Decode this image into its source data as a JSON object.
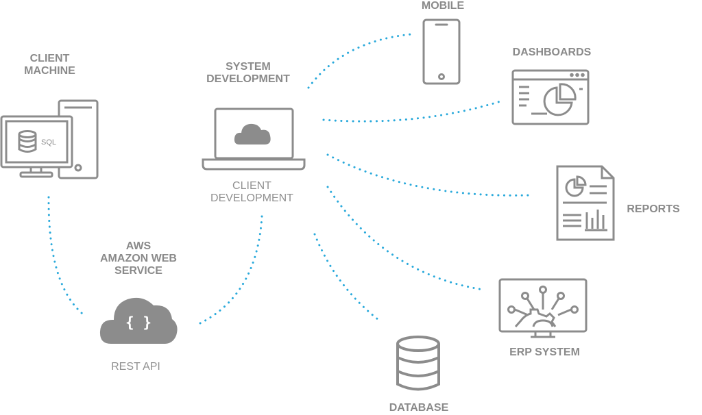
{
  "colors": {
    "icon": "#8c8c8c",
    "connector": "#29a9db",
    "text": "#8a8a8a"
  },
  "nodes": {
    "mobile": {
      "label": "MOBILE",
      "icon": "smartphone-icon"
    },
    "dashboards": {
      "label": "DASHBOARDS",
      "icon": "dashboard-window-icon"
    },
    "client_machine": {
      "label_line1": "CLIENT",
      "label_line2": "MACHINE",
      "icon": "desktop-computer-icon",
      "screen_text": "SQL"
    },
    "system_development": {
      "label_line1": "SYSTEM",
      "label_line2": "DEVELOPMENT"
    },
    "client_development": {
      "label_line1": "CLIENT",
      "label_line2": "DEVELOPMENT",
      "icon": "laptop-cloud-icon"
    },
    "reports": {
      "label": "REPORTS",
      "icon": "report-document-icon"
    },
    "aws": {
      "label_line1": "AWS",
      "label_line2": "AMAZON WEB",
      "label_line3": "SERVICE",
      "icon": "cloud-braces-icon",
      "cloud_text": "{ }"
    },
    "rest_api": {
      "label": "REST API"
    },
    "erp_system": {
      "label": "ERP SYSTEM",
      "icon": "erp-gear-monitor-icon"
    },
    "database": {
      "label": "DATABASE",
      "icon": "database-icon"
    }
  }
}
